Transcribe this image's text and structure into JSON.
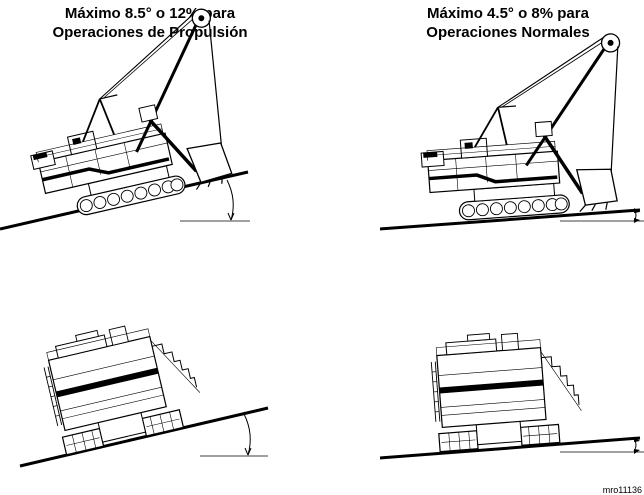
{
  "left_panel": {
    "title_line1": "Máximo 8.5° o 12% para",
    "title_line2": "Operaciones de Propulsión"
  },
  "right_panel": {
    "title_line1": "Máximo 4.5° o 8% para",
    "title_line2": "Operaciones Normales"
  },
  "figure_id": "mro11136"
}
